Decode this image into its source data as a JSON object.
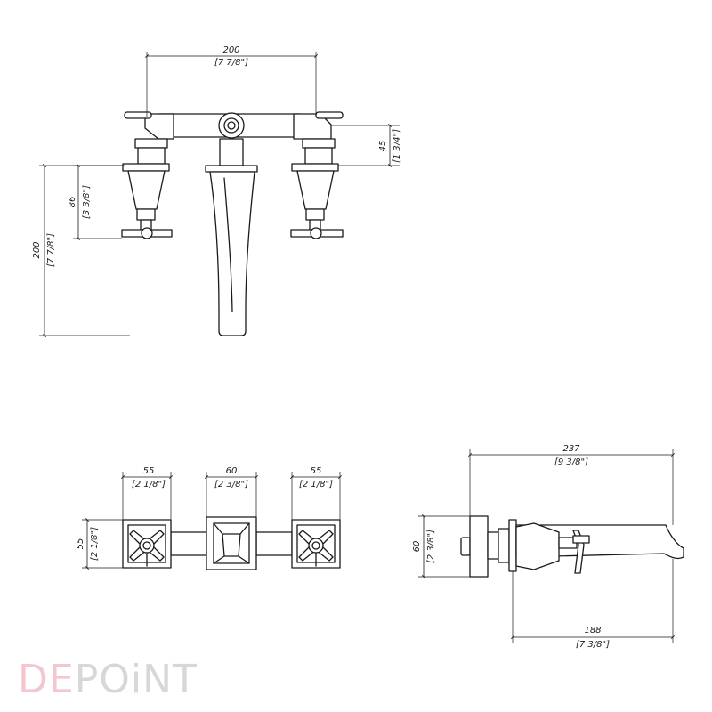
{
  "colors": {
    "line": "#1a1a1a",
    "logo_pink": "#f4c6cf",
    "logo_grey": "#d7d7d7"
  },
  "logo": {
    "part1": "DE",
    "part2": "PO",
    "part3": "iNT"
  },
  "front_view": {
    "width_dim": "200",
    "width_dim_in": "[7 7/8\"]",
    "handle_height_dim": "45",
    "handle_height_dim_in": "[1 3/4\"]",
    "valve_height_dim": "86",
    "valve_height_dim_in": "[3 3/8\"]",
    "total_height_dim": "200",
    "total_height_dim_in": "[7 7/8\"]"
  },
  "top_view": {
    "left_width_dim": "55",
    "left_width_dim_in": "[2 1/8\"]",
    "center_width_dim": "60",
    "center_width_dim_in": "[2 3/8\"]",
    "right_width_dim": "55",
    "right_width_dim_in": "[2 1/8\"]",
    "depth_dim": "55",
    "depth_dim_in": "[2 1/8\"]"
  },
  "side_view": {
    "length_dim": "237",
    "length_dim_in": "[9 3/8\"]",
    "height_dim": "60",
    "height_dim_in": "[2 3/8\"]",
    "reach_dim": "188",
    "reach_dim_in": "[7 3/8\"]"
  }
}
